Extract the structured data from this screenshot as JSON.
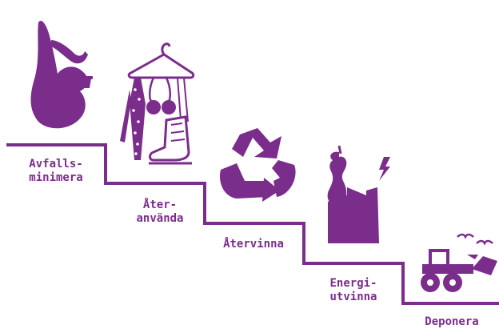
{
  "colors": {
    "accent": "#7b2d8b",
    "background": "#ffffff"
  },
  "steps": [
    {
      "lines": [
        "Avfalls-",
        "minimera"
      ],
      "icon": "ok-hand-icon"
    },
    {
      "lines": [
        "Åter-",
        "använda"
      ],
      "icon": "hanger-tie-earmuffs-skate-icon"
    },
    {
      "lines": [
        "Återvinna"
      ],
      "icon": "recycle-icon"
    },
    {
      "lines": [
        "Energi-",
        "utvinna"
      ],
      "icon": "apple-core-power-plant-icon"
    },
    {
      "lines": [
        "Deponera"
      ],
      "icon": "bulldozer-birds-icon"
    }
  ]
}
